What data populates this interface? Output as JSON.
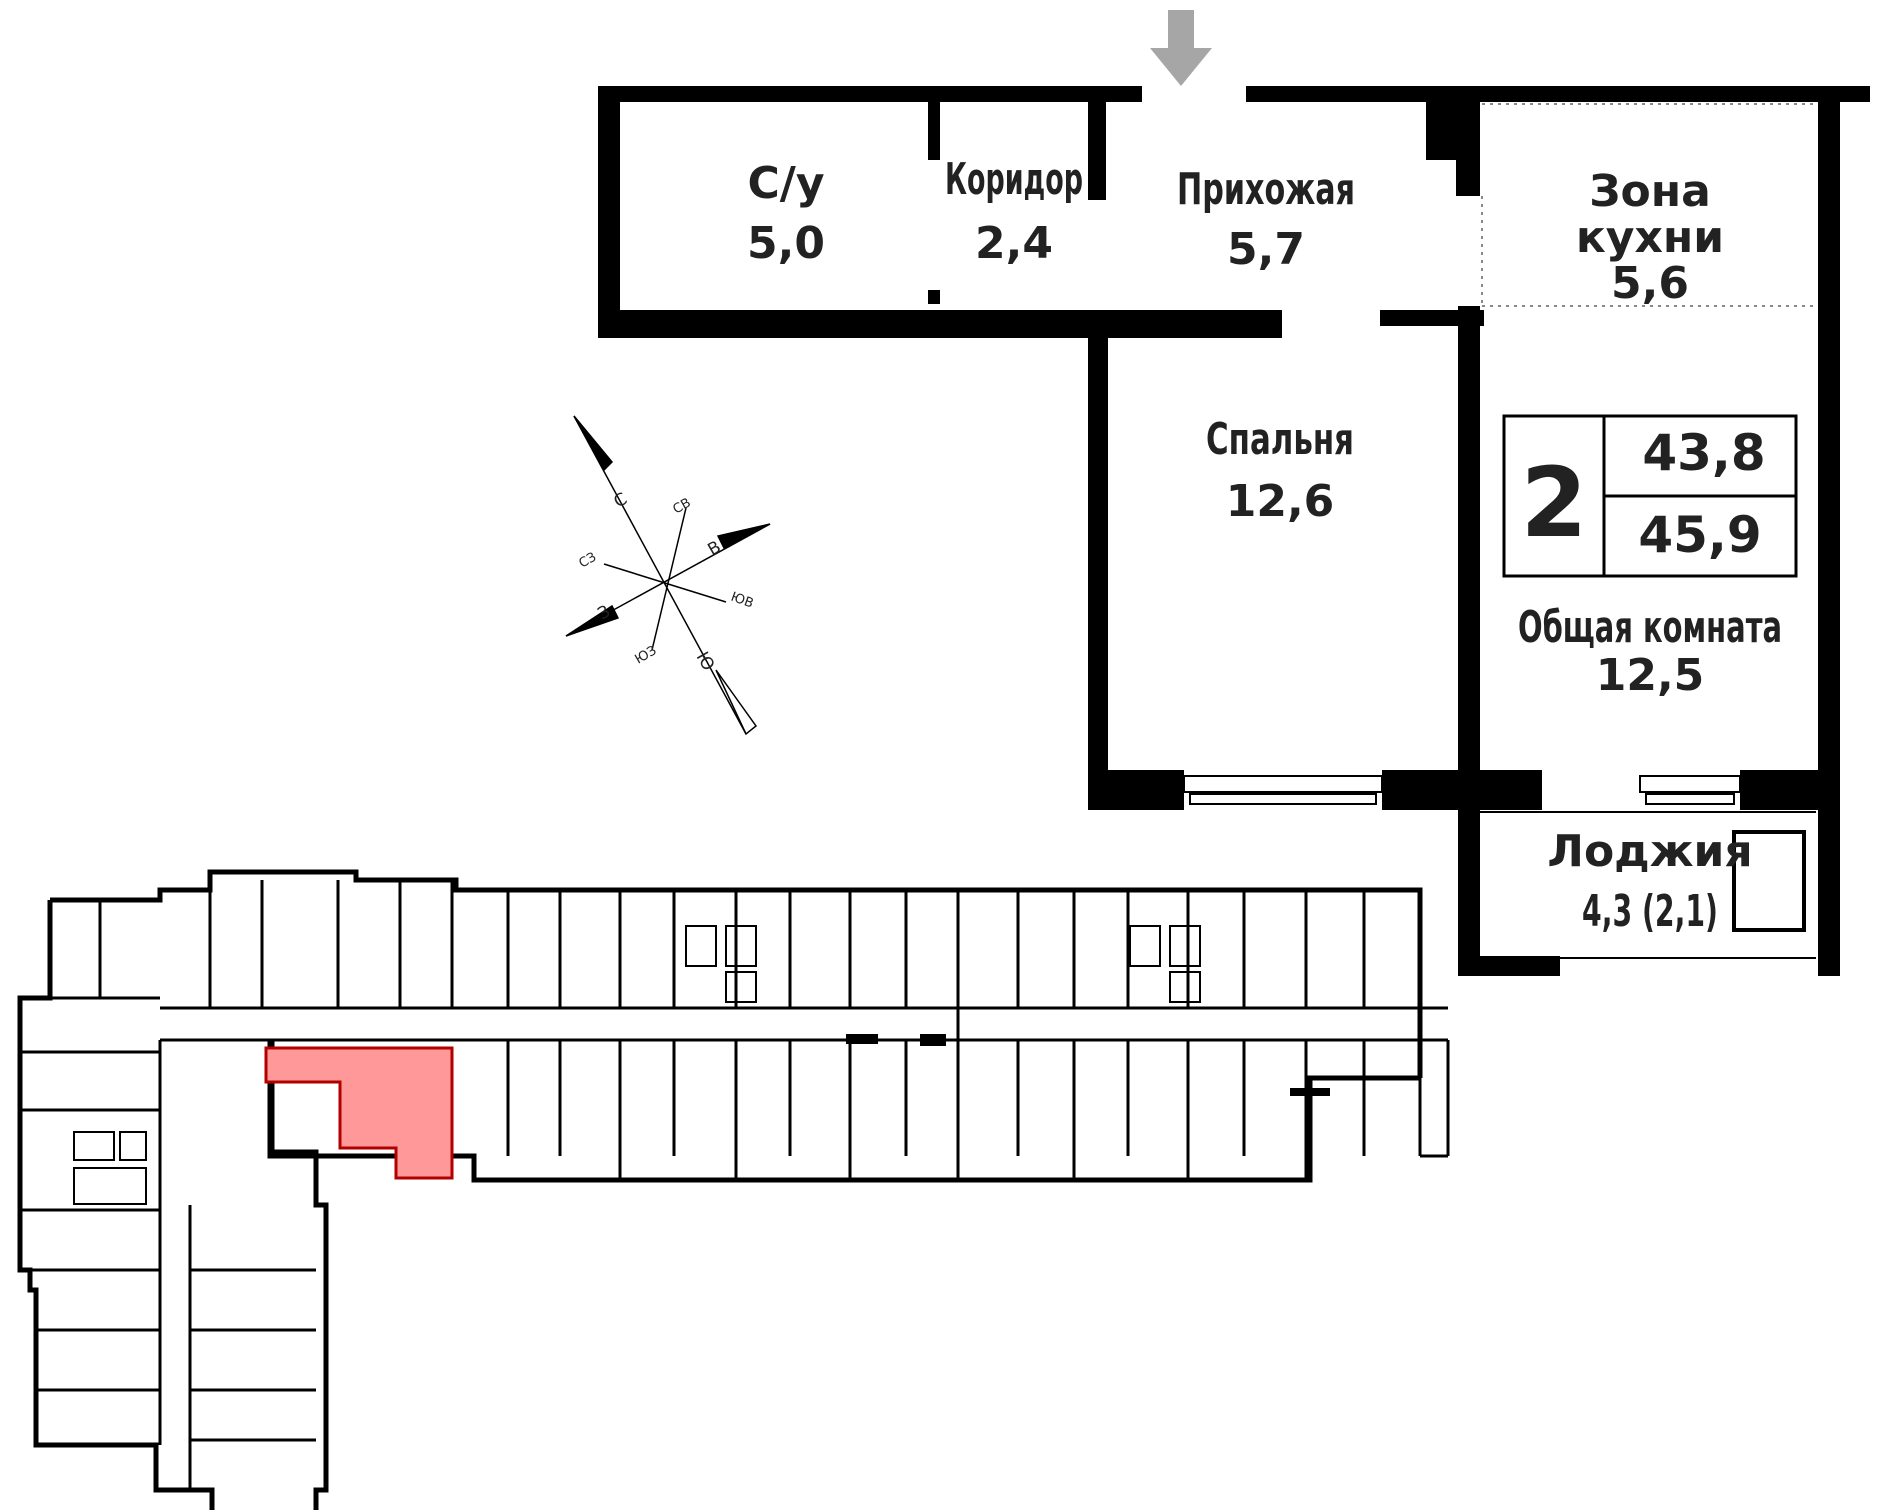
{
  "entrance_arrow_color": "#a6a6a6",
  "highlight_color": "#ff9999",
  "highlight_border_color": "#b20000",
  "wall_color": "#000000",
  "rooms": {
    "bathroom": {
      "name": "С/у",
      "area": "5,0"
    },
    "corridor": {
      "name": "Коридор",
      "area": "2,4"
    },
    "hallway": {
      "name": "Прихожая",
      "area": "5,7"
    },
    "kitchen_zone": {
      "name_line1": "Зона",
      "name_line2": "кухни",
      "area": "5,6"
    },
    "bedroom": {
      "name": "Спальня",
      "area": "12,6"
    },
    "living_room": {
      "name": "Общая комната",
      "area": "12,5"
    },
    "loggia": {
      "name": "Лоджия",
      "area": "4,3 (2,1)"
    }
  },
  "summary": {
    "rooms_count": "2",
    "living_area": "43,8",
    "total_area": "45,9"
  },
  "compass": {
    "north": "С",
    "northeast": "СВ",
    "east": "В",
    "southeast": "ЮВ",
    "south": "Ю",
    "southwest": "ЮЗ",
    "west": "З",
    "northwest": "СЗ"
  }
}
